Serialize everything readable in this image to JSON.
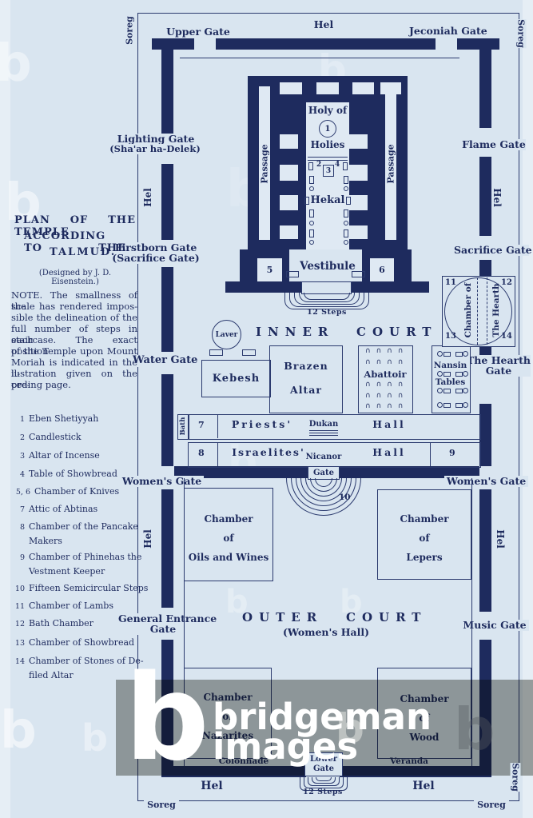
{
  "colors": {
    "ink": "#1e2b5e",
    "paper": "#d9e5f0",
    "band_gray": "#a6a7a3"
  },
  "sidebar": {
    "title": [
      "PLAN OF THE TEMPLE",
      "ACCORDING TO THE",
      "TALMUD."
    ],
    "byline": "(Designed by J. D. Eisenstein.)",
    "note": [
      "NOTE. The smallness of the",
      "scale has rendered impos-",
      "sible the delineation of the",
      "full number of steps in each",
      "staircase. The exact position",
      "of the Temple upon Mount",
      "Moriah is indicated in the il-",
      "lustration given on the pre-",
      "ceding page."
    ],
    "legend": [
      {
        "num": "1",
        "text": "Eben Shetiyyah"
      },
      {
        "num": "2",
        "text": "Candlestick"
      },
      {
        "num": "3",
        "text": "Altar of Incense"
      },
      {
        "num": "4",
        "text": "Table of Showbread"
      },
      {
        "num": "5, 6",
        "text": "Chamber of Knives"
      },
      {
        "num": "7",
        "text": "Attic of Abtinas"
      },
      {
        "num": "8",
        "text": "Chamber of the Pancake Makers"
      },
      {
        "num": "9",
        "text": "Chamber of Phinehas the Vestment Keeper"
      },
      {
        "num": "10",
        "text": "Fifteen Semicircular Steps"
      },
      {
        "num": "11",
        "text": "Chamber of Lambs"
      },
      {
        "num": "12",
        "text": "Bath Chamber"
      },
      {
        "num": "13",
        "text": "Chamber of Showbread"
      },
      {
        "num": "14",
        "text": "Chamber of Stones of De-filed Altar"
      }
    ]
  },
  "fence": {
    "soreg": "Soreg",
    "hel": "Hel"
  },
  "gates": {
    "upper": "Upper Gate",
    "jeconiah": "Jeconiah Gate",
    "lighting": [
      "Lighting Gate",
      "(Sha'ar ha-Delek)"
    ],
    "firstborn": [
      "Firstborn Gate",
      "(Sacrifice Gate)"
    ],
    "water": "Water Gate",
    "womens_left": "Women's Gate",
    "general": [
      "General Entrance",
      "Gate"
    ],
    "flame": "Flame Gate",
    "sacrifice": "Sacrifice Gate",
    "hearth": [
      "The Hearth",
      "Gate"
    ],
    "womens_right": "Women's Gate",
    "music": "Music Gate",
    "nicanor": [
      "Nicanor",
      "Gate"
    ],
    "lower": [
      "Lower",
      "Gate"
    ]
  },
  "temple": {
    "passage": "Passage",
    "holy1": "Holy of",
    "holy2": "Holies",
    "hekal": "Hekal",
    "vestibule": "Vestibule",
    "steps12": "12 Steps"
  },
  "inner_court": {
    "word1": "INNER",
    "word2": "COURT",
    "laver": "Laver",
    "kebesh": "Kebesh",
    "brazen1": "Brazen",
    "brazen2": "Altar",
    "abattoir": "Abattoir",
    "abattoir_row": "∩∩∩∩",
    "nansin1": "Nansin",
    "nansin2": "Tables",
    "hearth_ch1": "Chamber of",
    "hearth_ch2": "The Hearth",
    "bath": "Bath",
    "priests": "Priests'",
    "dukan": "Dukan",
    "israelites": "Israelites'",
    "hall": "Hall"
  },
  "outer_court": {
    "word1": "OUTER",
    "word2": "COURT",
    "subtitle": "(Women's Hall)",
    "oils1": "Chamber",
    "oils2": "of",
    "oils3": "Oils and Wines",
    "lepers1": "Chamber",
    "lepers2": "of",
    "lepers3": "Lepers",
    "nazarites1": "Chamber",
    "nazarites2": "of",
    "nazarites3": "Nazarites",
    "wood1": "Chamber",
    "wood2": "of",
    "wood3": "Wood",
    "colonnade": "Colonnade",
    "veranda": "Veranda",
    "steps12": "12 Steps"
  },
  "markers": {
    "n1": "1",
    "n2": "2",
    "n3": "3",
    "n4": "4",
    "n5": "5",
    "n6": "6",
    "n7": "7",
    "n8": "8",
    "n9": "9",
    "n10": "10",
    "n11": "11",
    "n12": "12",
    "n13": "13",
    "n14": "14"
  },
  "watermark": {
    "mark": "b",
    "brand1": "bridgeman",
    "brand2": "images"
  }
}
